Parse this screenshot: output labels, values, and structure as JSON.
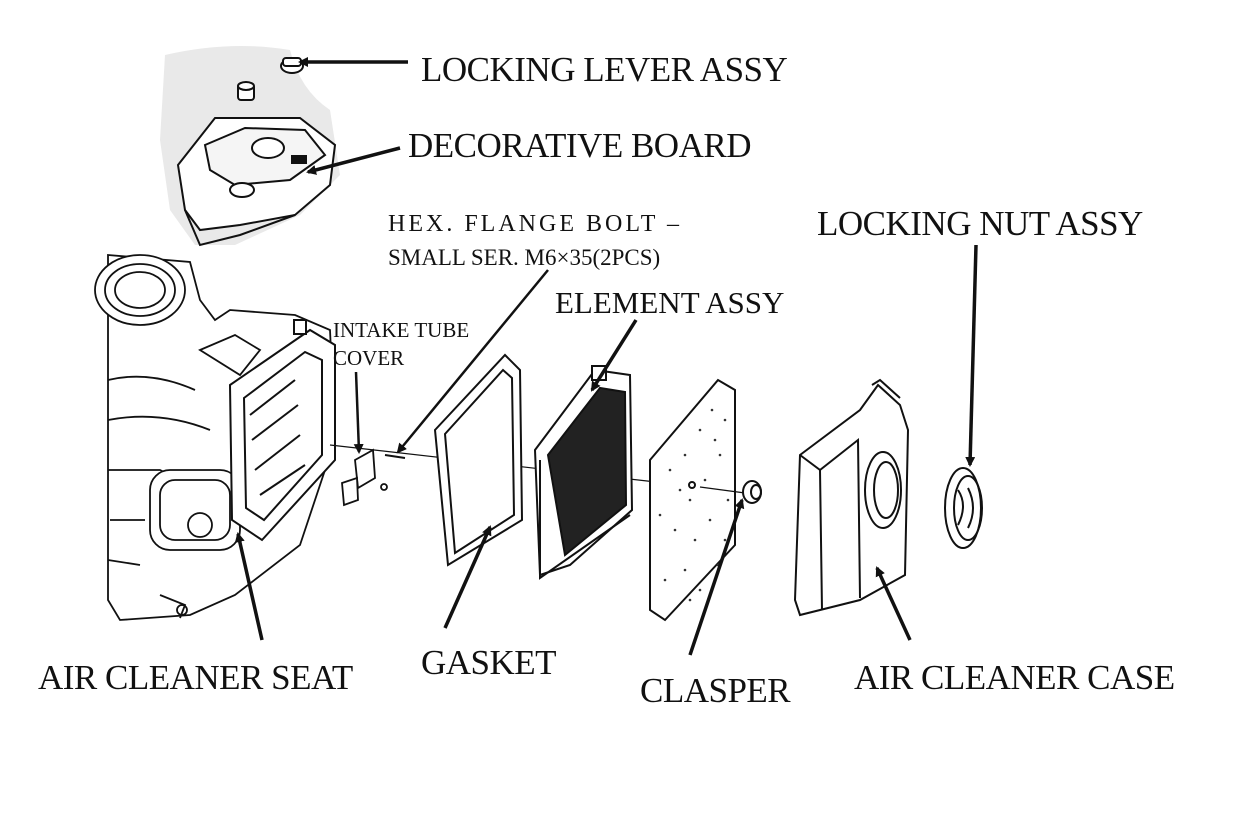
{
  "labels": {
    "locking_lever_assy": "LOCKING LEVER ASSY",
    "decorative_board": "DECORATIVE BOARD",
    "hex_flange_bolt_line1": "HEX. FLANGE BOLT –",
    "hex_flange_bolt_line2": "SMALL SER. M6×35(2PCS)",
    "locking_nut_assy": "LOCKING NUT ASSY",
    "element_assy": "ELEMENT ASSY",
    "intake_tube_cover_line1": "INTAKE TUBE",
    "intake_tube_cover_line2": "COVER",
    "air_cleaner_seat": "AIR CLEANER SEAT",
    "gasket": "GASKET",
    "clasper": "CLASPER",
    "air_cleaner_case": "AIR CLEANER CASE"
  },
  "colors": {
    "line": "#111111",
    "part_fill": "#ffffff",
    "shade": "#e9e9e9",
    "element_pleats": "#222222"
  }
}
